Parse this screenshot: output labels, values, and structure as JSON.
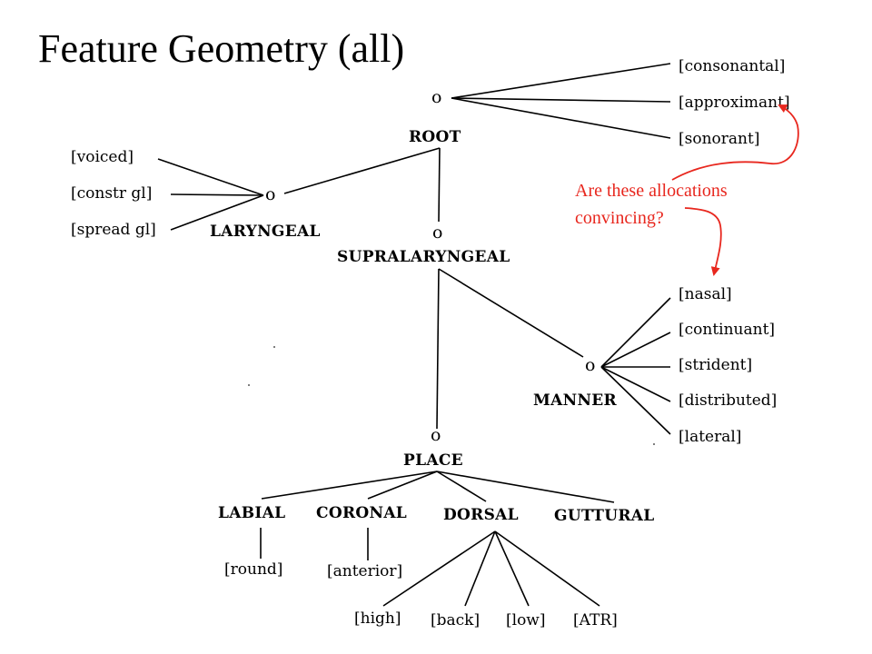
{
  "title": "Feature Geometry (all)",
  "node_marker": "o",
  "nodes": {
    "root": "ROOT",
    "laryngeal": "LARYNGEAL",
    "supralaryngeal": "SUPRALARYNGEAL",
    "manner": "MANNER",
    "place": "PLACE",
    "labial": "LABIAL",
    "coronal": "CORONAL",
    "dorsal": "DORSAL",
    "guttural": "GUTTURAL"
  },
  "features": {
    "consonantal": "[consonantal]",
    "approximant": "[approximant]",
    "sonorant": "[sonorant]",
    "voiced": "[voiced]",
    "constr_gl": "[constr gl]",
    "spread_gl": "[spread  gl]",
    "nasal": "[nasal]",
    "continuant": "[continuant]",
    "strident": "[strident]",
    "distributed": "[distributed]",
    "lateral": "[lateral]",
    "round": "[round]",
    "anterior": "[anterior]",
    "high": "[high]",
    "back": "[back]",
    "low": "[low]",
    "atr": "[ATR]"
  },
  "annotation": {
    "line1": "Are these allocations",
    "line2": "convincing?",
    "color": "#e8271e"
  }
}
